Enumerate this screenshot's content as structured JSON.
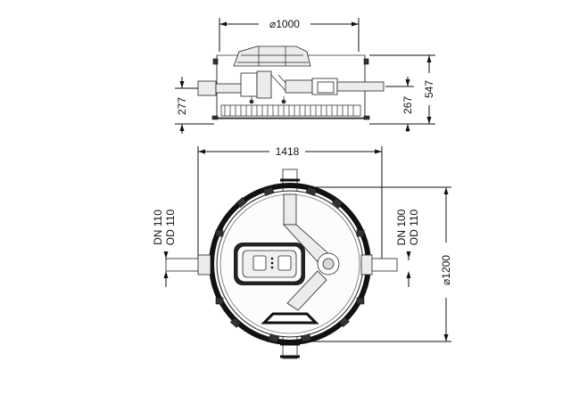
{
  "dimensions": {
    "diameter_top": "⌀1000",
    "height_total": "547",
    "height_left": "277",
    "height_right": "267",
    "width_plan": "1418",
    "inlet_dn": "DN 110",
    "inlet_od": "OD 110",
    "outlet_dn": "DN 100",
    "outlet_od": "OD 110",
    "diameter_plan": "⌀1200"
  },
  "colors": {
    "line": "#111111",
    "fill_light": "#ececec",
    "fill_mid": "#d8d8d8"
  }
}
